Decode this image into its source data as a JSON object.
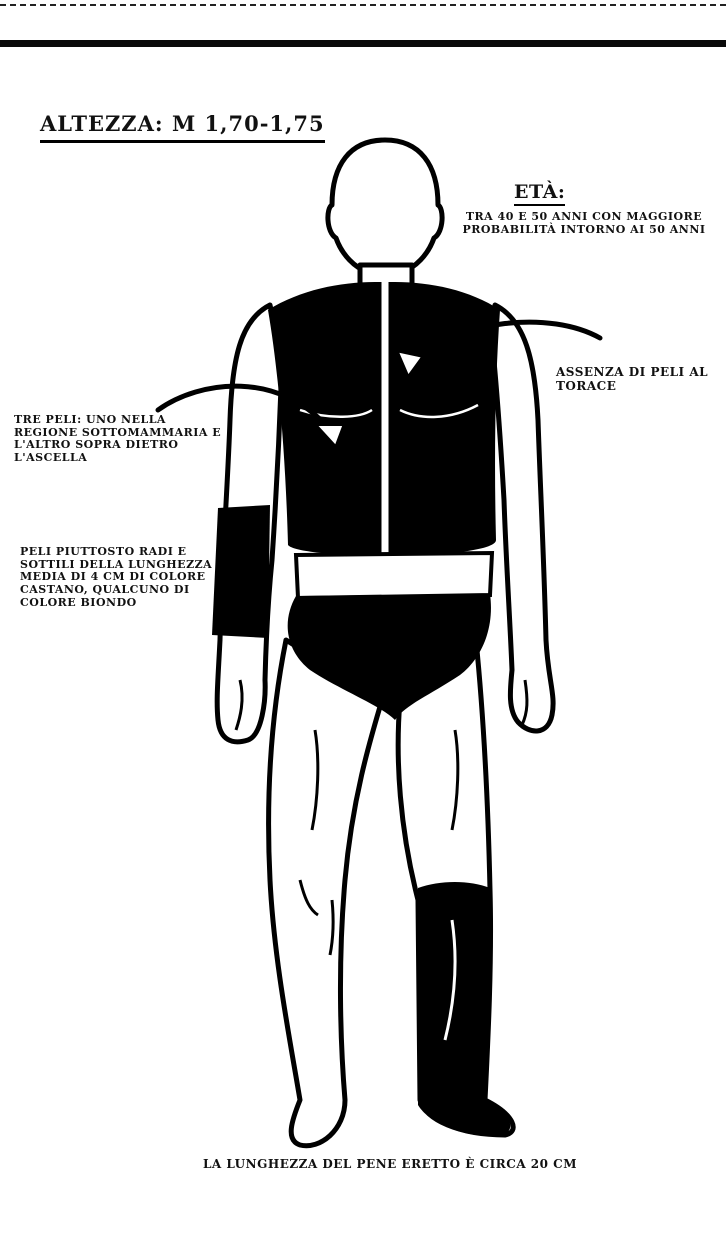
{
  "title": "ALTEZZA: m 1,70-1,75",
  "age": {
    "heading": "ETÀ:",
    "text": "TRA 40 E 50 ANNI CON MAGGIORE PROBABILITÀ INTORNO AI 50 ANNI"
  },
  "annotations": {
    "chest": "ASSENZA DI PELI AL TORACE",
    "three_hairs": "TRE PELI: UNO NELLA REGIONE SOTTOMAMMARIA E L'ALTRO SOPRA DIETRO L'ASCELLA",
    "hair_color": "PELI PIUTTOSTO RADI E SOTTILI DELLA LUNGHEZZA MEDIA DI 4 CM DI COLORE CASTANO, QUALCUNO DI COLORE BIONDO",
    "length": "LA LUNGHEZZA DEL PENE ERETTO È CIRCA 20 CM"
  },
  "colors": {
    "ink": "#000000",
    "paper": "#ffffff"
  }
}
